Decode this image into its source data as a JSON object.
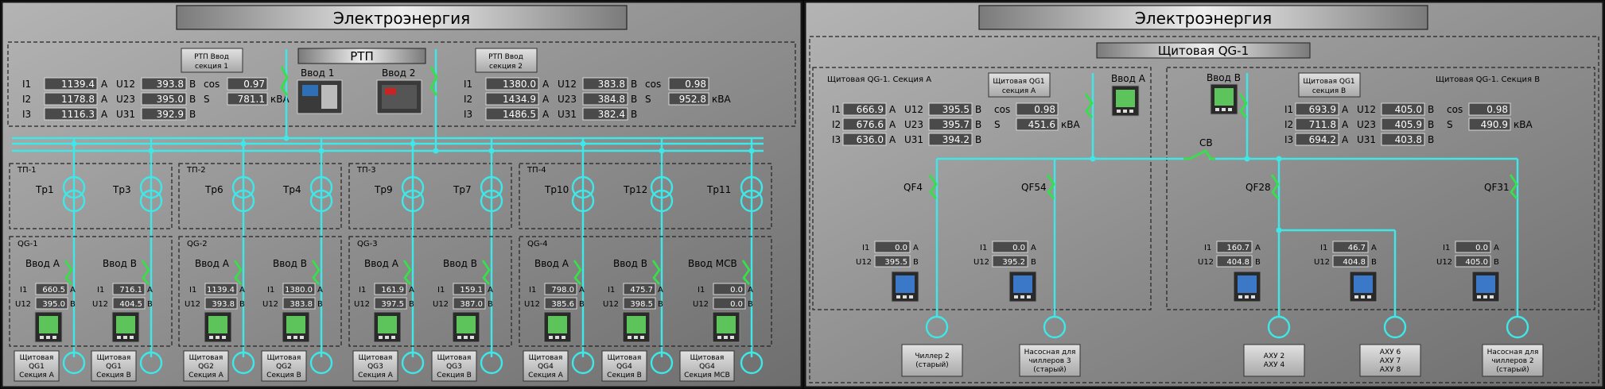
{
  "colors": {
    "bus": "#3ee8e8",
    "switch": "#35e04a",
    "value_bg": "#4a4a4a",
    "value_text": "#ffffff"
  },
  "left": {
    "title": "Электроэнергия",
    "rtp": {
      "title": "РТП",
      "sec1_button": [
        "РТП Ввод",
        "секция 1"
      ],
      "sec2_button": [
        "РТП Ввод",
        "секция 2"
      ],
      "input1_label": "Ввод 1",
      "input2_label": "Ввод 2",
      "meas1": {
        "I1": "1139.4",
        "I2": "1178.8",
        "I3": "1116.3",
        "U12": "393.8",
        "U23": "395.0",
        "U31": "392.9",
        "cos": "0.97",
        "S": "781.1"
      },
      "meas2": {
        "I1": "1380.0",
        "I2": "1434.9",
        "I3": "1486.5",
        "U12": "383.8",
        "U23": "384.8",
        "U31": "382.4",
        "cos": "0.98",
        "S": "952.8"
      },
      "units": {
        "A": "A",
        "V": "B",
        "kVA": "кВА"
      },
      "labels": {
        "I1": "I1",
        "I2": "I2",
        "I3": "I3",
        "U12": "U12",
        "U23": "U23",
        "U31": "U31",
        "cos": "cos",
        "S": "S"
      }
    },
    "tp": [
      {
        "name": "ТП-1",
        "t1": "Тр1",
        "t2": "Тр3"
      },
      {
        "name": "ТП-2",
        "t1": "Тр6",
        "t2": "Тр4"
      },
      {
        "name": "ТП-3",
        "t1": "Тр9",
        "t2": "Тр7"
      },
      {
        "name": "ТП-4",
        "t1": "Тр10",
        "t2": "Тр12",
        "t3": "Тр11"
      }
    ],
    "qg": [
      {
        "name": "QG-1",
        "inA": "Ввод А",
        "inB": "Ввод В",
        "A_I1": "660.5",
        "A_U12": "395.0",
        "B_I1": "716.1",
        "B_U12": "404.5"
      },
      {
        "name": "QG-2",
        "inA": "Ввод А",
        "inB": "Ввод В",
        "A_I1": "1139.4",
        "A_U12": "393.8",
        "B_I1": "1380.0",
        "B_U12": "383.8"
      },
      {
        "name": "QG-3",
        "inA": "Ввод А",
        "inB": "Ввод В",
        "A_I1": "161.9",
        "A_U12": "397.5",
        "B_I1": "159.1",
        "B_U12": "387.0"
      },
      {
        "name": "QG-4",
        "inA": "Ввод А",
        "inB": "Ввод В",
        "inC": "Ввод МСВ",
        "A_I1": "798.0",
        "A_U12": "385.6",
        "B_I1": "475.7",
        "B_U12": "398.5",
        "C_I1": "0.0",
        "C_U12": "0.0"
      }
    ],
    "small_labels": {
      "I1": "I1",
      "U12": "U12",
      "A": "A",
      "V": "B"
    },
    "bottom_buttons": [
      [
        "Щитовая",
        "QG1",
        "Секция А"
      ],
      [
        "Щитовая",
        "QG1",
        "Секция В"
      ],
      [
        "Щитовая",
        "QG2",
        "Секция А"
      ],
      [
        "Щитовая",
        "QG2",
        "Секция В"
      ],
      [
        "Щитовая",
        "QG3",
        "Секция А"
      ],
      [
        "Щитовая",
        "QG3",
        "Секция В"
      ],
      [
        "Щитовая",
        "QG4",
        "Секция А"
      ],
      [
        "Щитовая",
        "QG4",
        "Секция В"
      ],
      [
        "Щитовая",
        "QG4",
        "Секция МСВ"
      ]
    ]
  },
  "right": {
    "title": "Электроэнергия",
    "subtitle": "Щитовая QG-1",
    "secA": {
      "title": "Щитовая QG-1. Секция А",
      "button": [
        "Щитовая QG1",
        "секция А"
      ],
      "input": "Ввод А",
      "meas": {
        "I1": "666.9",
        "I2": "676.6",
        "I3": "636.0",
        "U12": "395.5",
        "U23": "395.7",
        "U31": "394.2",
        "cos": "0.98",
        "S": "451.6"
      }
    },
    "secB": {
      "title": "Щитовая QG-1. Секция В",
      "button": [
        "Щитовая QG1",
        "секция В"
      ],
      "input": "Ввод В",
      "meas": {
        "I1": "693.9",
        "I2": "711.8",
        "I3": "694.2",
        "U12": "405.0",
        "U23": "405.9",
        "U31": "403.8",
        "cos": "0.98",
        "S": "490.9"
      }
    },
    "cb": "СВ",
    "feeders": [
      {
        "name": "QF4",
        "I1": "0.0",
        "U12": "395.5"
      },
      {
        "name": "QF54",
        "I1": "0.0",
        "U12": "395.2"
      },
      {
        "name": "QF28",
        "I1": "160.7",
        "U12": "404.8"
      },
      {
        "name": "",
        "I1": "46.7",
        "U12": "404.8"
      },
      {
        "name": "QF31",
        "I1": "0.0",
        "U12": "405.0"
      }
    ],
    "loads": [
      [
        "Чиллер 2",
        "(старый)"
      ],
      [
        "Насосная для",
        "чиллеров 3",
        "(старый)"
      ],
      [
        "АХУ 2",
        "АХУ 4"
      ],
      [
        "АХУ 6",
        "АХУ 7",
        "АХУ 8"
      ],
      [
        "Насосная для",
        "чиллеров 2",
        "(старый)"
      ]
    ]
  }
}
